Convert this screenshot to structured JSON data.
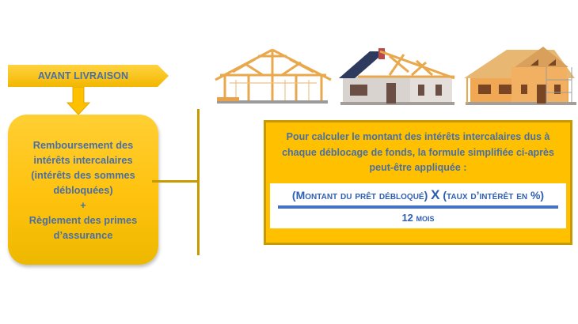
{
  "banner": {
    "label": "AVANT LIVRAISON",
    "color": "#FFC000",
    "text_color": "#4A6FA5"
  },
  "main_box": {
    "lines": [
      "Remboursement des",
      "intérêts intercalaires",
      "(intérêts des sommes",
      "débloquées)",
      "+",
      "Règlement des primes",
      "d’assurance"
    ]
  },
  "formula_box": {
    "intro_lines": [
      "Pour calculer le montant des intérêts intercalaires dus à",
      "chaque déblocage de fonds, la formule simplifiée ci-après",
      "peut-être appliquée :"
    ],
    "numerator_left": "(Montant du prêt débloqué)",
    "operator": "X",
    "numerator_right": "(taux d’intérêt en %)",
    "denominator": "12 mois"
  },
  "illustrations": [
    {
      "icon": "house-frame-icon",
      "stage": "timber frame"
    },
    {
      "icon": "house-partial-roof-icon",
      "stage": "walls with partial roof"
    },
    {
      "icon": "house-wood-finished-icon",
      "stage": "wooden house with scaffolding"
    }
  ],
  "colors": {
    "gold": "#FFC000",
    "gold_dark": "#C99A00",
    "text_blue": "#4A6FA5",
    "formula_blue": "#2F5FB3",
    "bar_blue": "#4472C4"
  }
}
